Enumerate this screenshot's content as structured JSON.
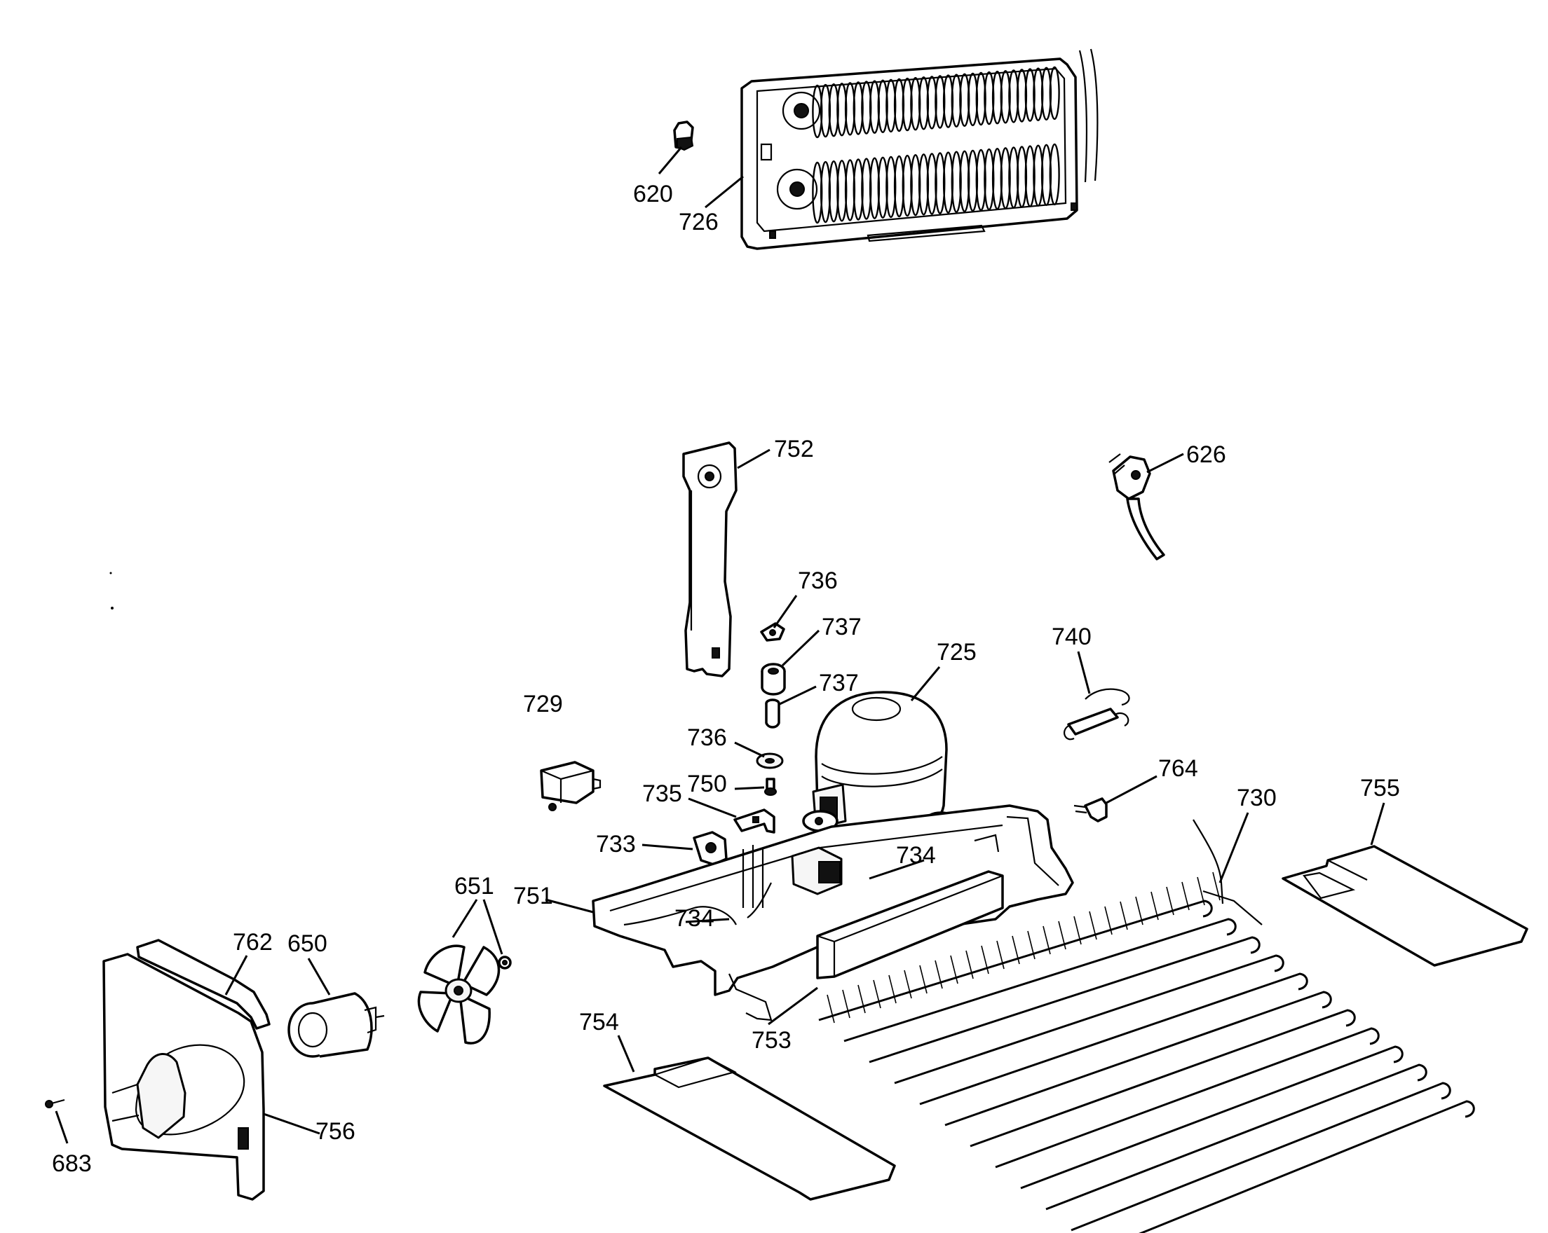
{
  "labels": {
    "l620": "620",
    "l726": "726",
    "l752": "752",
    "l626": "626",
    "l736a": "736",
    "l737a": "737",
    "l737b": "737",
    "l725": "725",
    "l740": "740",
    "l729": "729",
    "l736b": "736",
    "l750": "750",
    "l764": "764",
    "l730": "730",
    "l755": "755",
    "l735": "735",
    "l733": "733",
    "l734a": "734",
    "l651": "651",
    "l751": "751",
    "l734b": "734",
    "l762": "762",
    "l650": "650",
    "l754": "754",
    "l753": "753",
    "l756": "756",
    "l683": "683"
  }
}
